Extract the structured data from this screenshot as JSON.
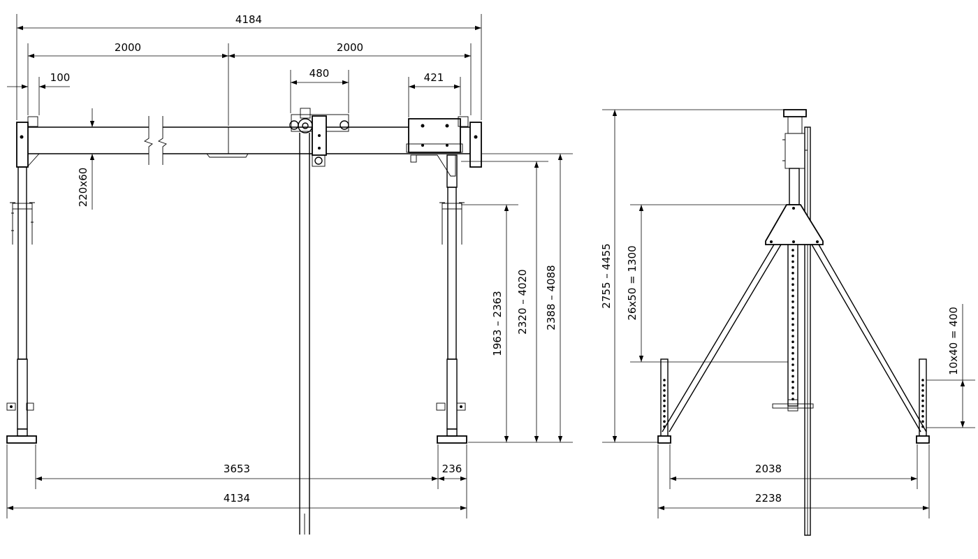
{
  "front_view": {
    "dim_overall_top": "4184",
    "dim_half_left": "2000",
    "dim_half_right": "2000",
    "dim_offset": "100",
    "dim_trolley": "480",
    "dim_hoist_plate": "421",
    "dim_beam_section": "220x60",
    "dim_height_1": "1963 – 2363",
    "dim_height_2": "2320 – 4020",
    "dim_height_3": "2388 – 4088",
    "dim_leg_span": "3653",
    "dim_foot": "236",
    "dim_overall_bottom": "4134"
  },
  "side_view": {
    "dim_overall_height": "2755 – 4455",
    "dim_adjust_range": "26x50 = 1300",
    "dim_leg_adjust": "10x40 = 400",
    "dim_foot_inner": "2038",
    "dim_foot_outer": "2238"
  }
}
